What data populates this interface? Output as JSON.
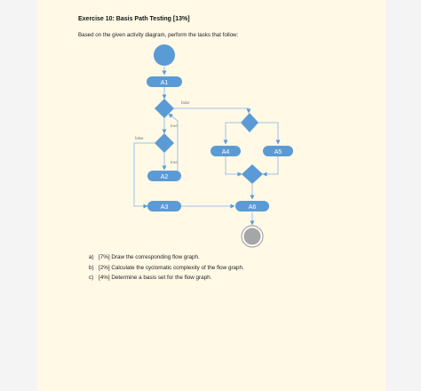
{
  "exercise": {
    "title": "Exercise 10: Basis Path Testing [13%]",
    "intro": "Based on the given activity diagram, perform the tasks that follow:"
  },
  "diagram": {
    "nodes": {
      "A1": "A1",
      "A2": "A2",
      "A3": "A3",
      "A4": "A4",
      "A5": "A5",
      "A6": "A6"
    },
    "guards": {
      "d1_false": "false",
      "d2_true": "true",
      "d2_false": "false",
      "d2_loop_true": "true"
    },
    "colors": {
      "node_fill": "#5b9bd5",
      "edge": "#9dc3e6",
      "final_fill": "#a6a6a6",
      "page_bg": "#fff9e6"
    }
  },
  "tasks": [
    {
      "mark": "a)",
      "text": "[7%] Draw the corresponding flow graph."
    },
    {
      "mark": "b)",
      "text": "[2%] Calculate the cyclomatic complexity of the flow graph."
    },
    {
      "mark": "c)",
      "text": "[4%] Determine a basis set for the flow graph."
    }
  ]
}
